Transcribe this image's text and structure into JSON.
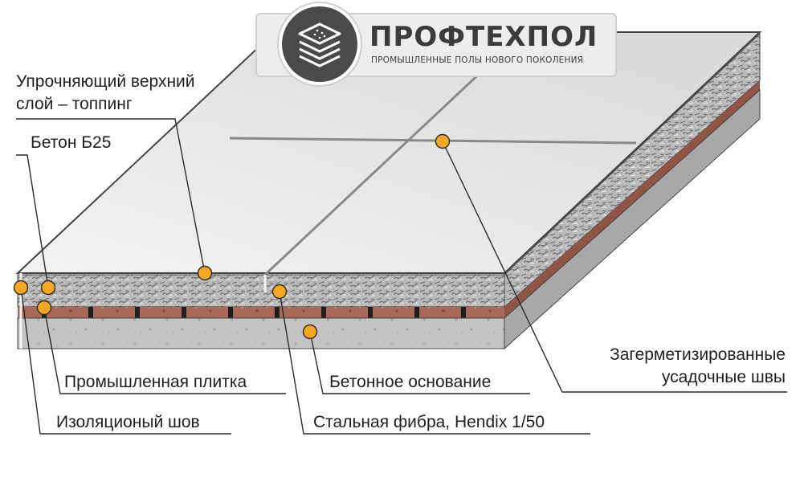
{
  "brand": {
    "name": "ПРОФТЕХПОЛ",
    "tagline": "ПРОМЫШЛЕННЫЕ ПОЛЫ НОВОГО ПОКОЛЕНИЯ",
    "logo_icon": "layered-floor-icon"
  },
  "labels": {
    "topping": [
      "Упрочняющий верхний",
      "слой – топпинг"
    ],
    "concrete": "Бетон  Б25",
    "tile": "Промышленная плитка",
    "isolation_joint": "Изоляционый шов",
    "base": "Бетонное основание",
    "fiber": "Стальная фибра, Hendix 1/50",
    "sealed_joints": [
      "Загерметизированные",
      "усадочные швы"
    ]
  },
  "colors": {
    "marker": "#f5a623",
    "leader": "#2b2b2b",
    "slab_top": "#e6e6e6",
    "brick": "#9b5e4f",
    "concrete": "#bfbfbf"
  }
}
